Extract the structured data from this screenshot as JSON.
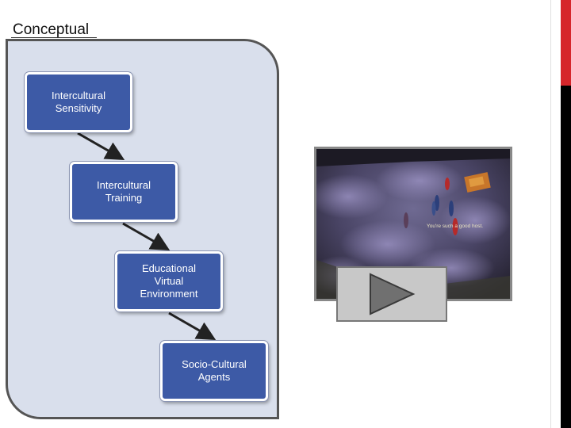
{
  "slide": {
    "heading": "Conceptual"
  },
  "flow": {
    "boxes": [
      {
        "lines": [
          "Intercultural",
          "Sensitivity"
        ]
      },
      {
        "lines": [
          "Intercultural",
          "Training"
        ]
      },
      {
        "lines": [
          "Educational",
          "Virtual",
          "Environment"
        ]
      },
      {
        "lines": [
          "Socio-Cultural",
          "Agents"
        ]
      }
    ]
  },
  "video": {
    "caption": "You're such a good host."
  },
  "colors": {
    "box_fill": "#3d5aa6",
    "panel_fill": "#d9dfec",
    "accent_red": "#d6262b"
  }
}
